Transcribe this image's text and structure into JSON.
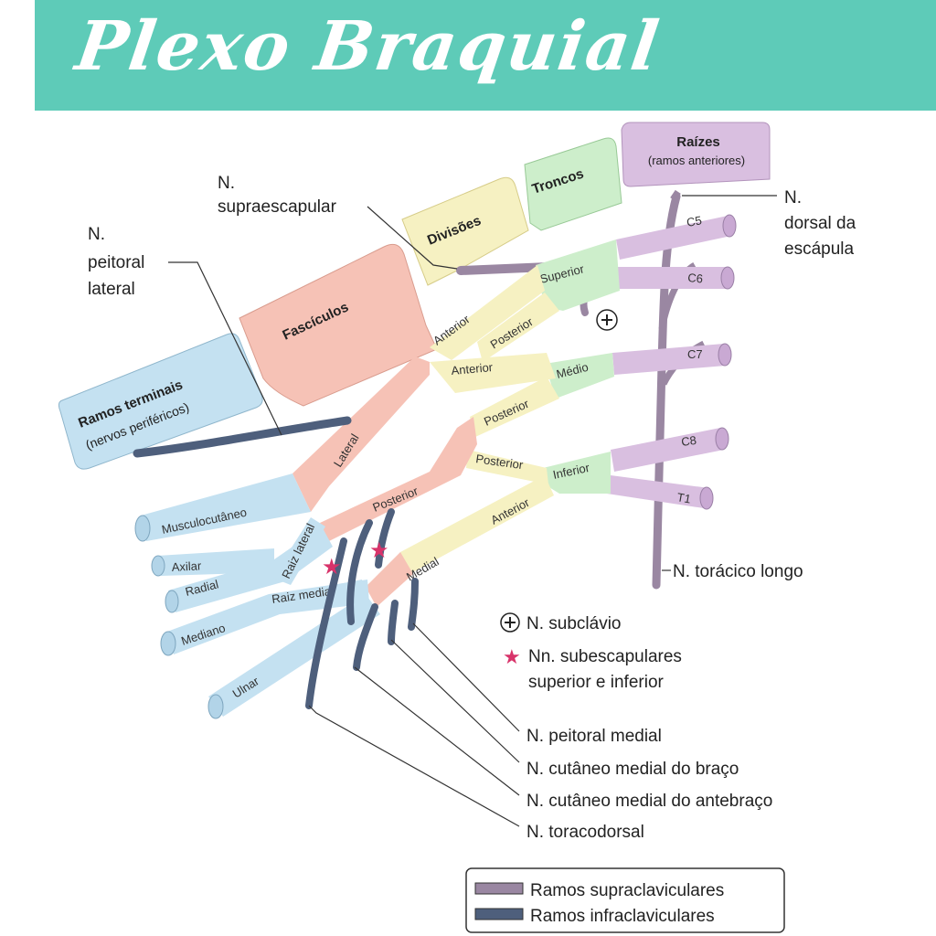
{
  "title": "Plexo Braquial",
  "headers": {
    "ramos_terminais": "Ramos terminais",
    "ramos_terminais_sub": "(nervos periféricos)",
    "fasciculos": "Fascículos",
    "divisoes": "Divisões",
    "troncos": "Troncos",
    "raizes": "Raízes",
    "raizes_sub": "(ramos anteriores)"
  },
  "roots": [
    "C5",
    "C6",
    "C7",
    "C8",
    "T1"
  ],
  "trunks": [
    "Superior",
    "Médio",
    "Inferior"
  ],
  "divisions": {
    "anterior_1": "Anterior",
    "posterior_1": "Posterior",
    "anterior_2": "Anterior",
    "posterior_2": "Posterior",
    "posterior_3": "Posterior",
    "anterior_3": "Anterior"
  },
  "cords": [
    "Lateral",
    "Posterior",
    "Medial"
  ],
  "roots_median": {
    "lateral": "Raiz lateral",
    "medial": "Raiz medial"
  },
  "terminal_branches": [
    "Musculocutâneo",
    "Axilar",
    "Radial",
    "Mediano",
    "Ulnar"
  ],
  "callouts": {
    "supraescapular": [
      "N.",
      "supraescapular"
    ],
    "peitoral_lateral": [
      "N.",
      "peitoral",
      "lateral"
    ],
    "dorsal_escapula": [
      "N.",
      "dorsal da",
      "escápula"
    ],
    "toracico_longo": "N. torácico longo",
    "subclavio": "N. subclávio",
    "subescapulares": [
      "Nn. subescapulares",
      "superior e inferior"
    ],
    "peitoral_medial": "N. peitoral medial",
    "cutaneo_braco": "N. cutâneo medial do braço",
    "cutaneo_antebraco": "N. cutâneo medial do antebraço",
    "toracodorsal": "N. toracodorsal"
  },
  "legend": {
    "supra": "Ramos supraclaviculares",
    "infra": "Ramos infraclaviculares"
  },
  "colors": {
    "banner": "#5ecbb8",
    "raizes": "#d9bfe0",
    "troncos": "#cdeecb",
    "divisoes": "#f6f1c2",
    "fasciculos": "#f6c2b6",
    "ramos_terminais": "#c4e1f1",
    "supra": "#9a87a2",
    "infra": "#4e5f7c",
    "star": "#d8336a"
  }
}
